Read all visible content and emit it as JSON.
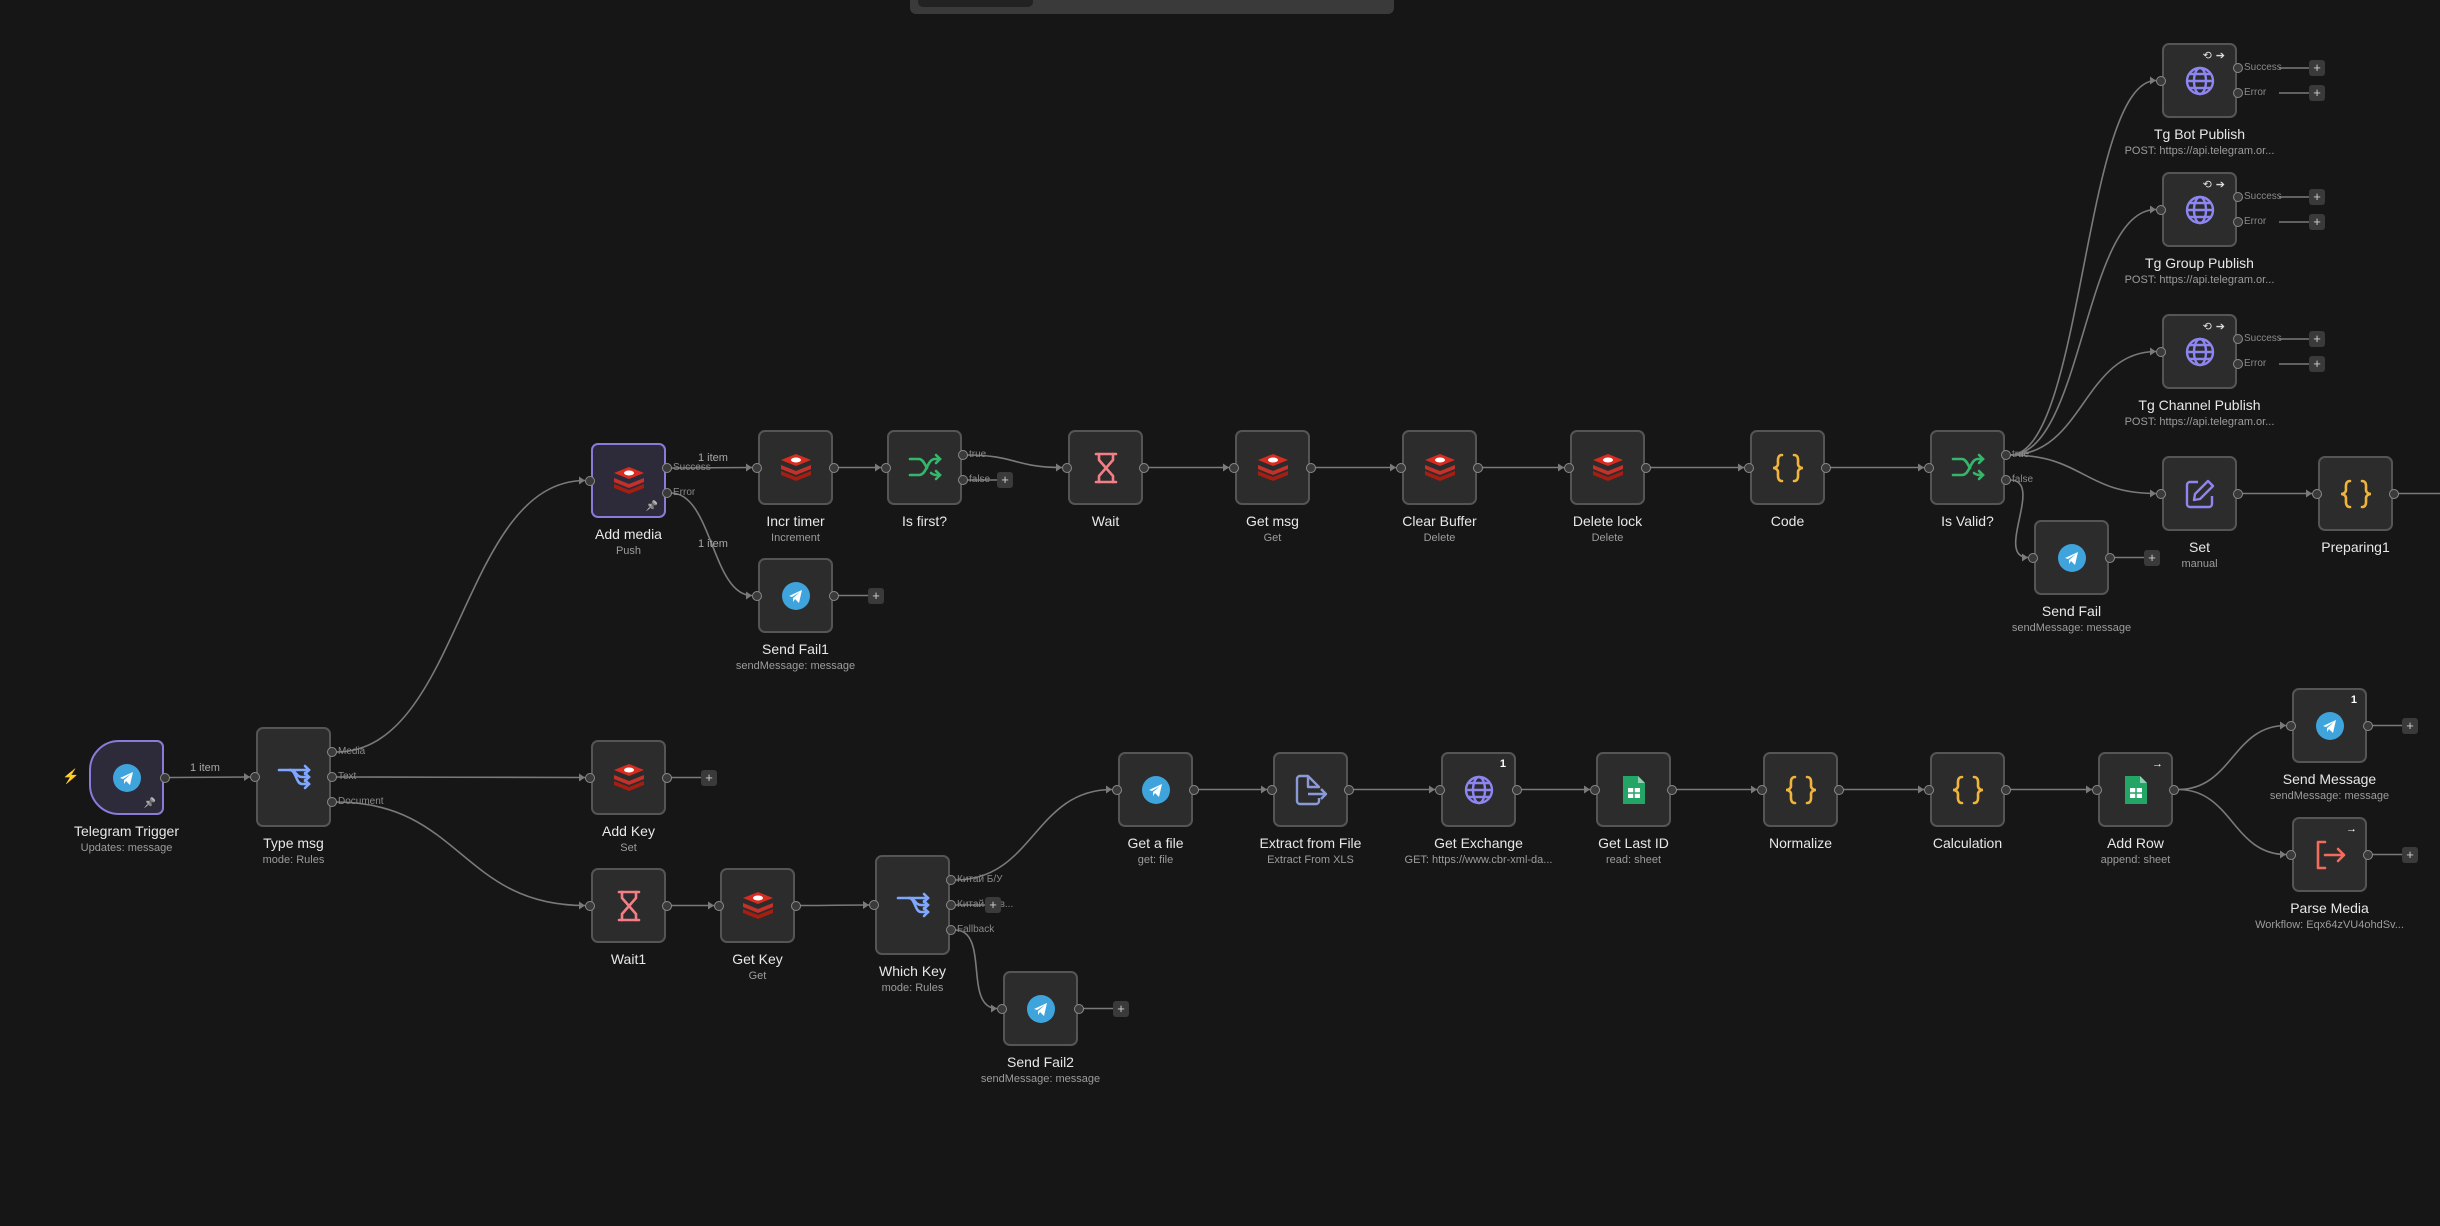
{
  "nodes": [
    {
      "id": "telegram-trigger",
      "name": "Telegram Trigger",
      "sub": "Updates: message",
      "icon": "telegram",
      "trigger": true
    },
    {
      "id": "type-msg",
      "name": "Type msg",
      "sub": "mode: Rules",
      "icon": "switch",
      "ports": [
        "Media",
        "Text",
        "Document"
      ]
    },
    {
      "id": "add-media",
      "name": "Add media",
      "sub": "Push",
      "icon": "redis",
      "ports": [
        "Success",
        "Error"
      ],
      "selected": true
    },
    {
      "id": "incr-timer",
      "name": "Incr timer",
      "sub": "Increment",
      "icon": "redis"
    },
    {
      "id": "is-first",
      "name": "Is first?",
      "sub": "",
      "icon": "if",
      "ports": [
        "true",
        "false"
      ]
    },
    {
      "id": "wait",
      "name": "Wait",
      "sub": "",
      "icon": "wait"
    },
    {
      "id": "get-msg",
      "name": "Get msg",
      "sub": "Get",
      "icon": "redis"
    },
    {
      "id": "clear-buffer",
      "name": "Clear Buffer",
      "sub": "Delete",
      "icon": "redis"
    },
    {
      "id": "delete-lock",
      "name": "Delete lock",
      "sub": "Delete",
      "icon": "redis"
    },
    {
      "id": "code",
      "name": "Code",
      "sub": "",
      "icon": "code"
    },
    {
      "id": "is-valid",
      "name": "Is Valid?",
      "sub": "",
      "icon": "if",
      "ports": [
        "true",
        "false"
      ]
    },
    {
      "id": "tg-bot-publish",
      "name": "Tg Bot Publish",
      "sub": "POST: https://api.telegram.or...",
      "icon": "http",
      "ports": [
        "Success",
        "Error"
      ]
    },
    {
      "id": "tg-group-publish",
      "name": "Tg Group Publish",
      "sub": "POST: https://api.telegram.or...",
      "icon": "http",
      "ports": [
        "Success",
        "Error"
      ]
    },
    {
      "id": "tg-channel-publish",
      "name": "Tg Channel Publish",
      "sub": "POST: https://api.telegram.or...",
      "icon": "http",
      "ports": [
        "Success",
        "Error"
      ]
    },
    {
      "id": "set",
      "name": "Set",
      "sub": "manual",
      "icon": "set"
    },
    {
      "id": "preparing1",
      "name": "Preparing1",
      "sub": "",
      "icon": "code"
    },
    {
      "id": "send-fail",
      "name": "Send Fail",
      "sub": "sendMessage: message",
      "icon": "telegram"
    },
    {
      "id": "send-fail1",
      "name": "Send Fail1",
      "sub": "sendMessage: message",
      "icon": "telegram"
    },
    {
      "id": "add-key",
      "name": "Add Key",
      "sub": "Set",
      "icon": "redis"
    },
    {
      "id": "wait1",
      "name": "Wait1",
      "sub": "",
      "icon": "wait"
    },
    {
      "id": "get-key",
      "name": "Get Key",
      "sub": "Get",
      "icon": "redis"
    },
    {
      "id": "which-key",
      "name": "Which Key",
      "sub": "mode: Rules",
      "icon": "switch",
      "ports": [
        "Китай Б/У",
        "Китай Нов...",
        "Fallback"
      ]
    },
    {
      "id": "send-fail2",
      "name": "Send Fail2",
      "sub": "sendMessage: message",
      "icon": "telegram"
    },
    {
      "id": "get-a-file",
      "name": "Get a file",
      "sub": "get: file",
      "icon": "telegram"
    },
    {
      "id": "extract-from-file",
      "name": "Extract from File",
      "sub": "Extract From XLS",
      "icon": "extract"
    },
    {
      "id": "get-exchange",
      "name": "Get Exchange",
      "sub": "GET: https://www.cbr-xml-da...",
      "icon": "http",
      "badge": "1"
    },
    {
      "id": "get-last-id",
      "name": "Get Last ID",
      "sub": "read: sheet",
      "icon": "sheets"
    },
    {
      "id": "normalize",
      "name": "Normalize",
      "sub": "",
      "icon": "code"
    },
    {
      "id": "calculation",
      "name": "Calculation",
      "sub": "",
      "icon": "code"
    },
    {
      "id": "add-row",
      "name": "Add Row",
      "sub": "append: sheet",
      "icon": "sheets",
      "badge": "→"
    },
    {
      "id": "send-message",
      "name": "Send Message",
      "sub": "sendMessage: message",
      "icon": "telegram",
      "badge": "1"
    },
    {
      "id": "parse-media",
      "name": "Parse Media",
      "sub": "Workflow: Eqx64zVU4ohdSv...",
      "icon": "exec",
      "badge": "→"
    }
  ],
  "edge_labels": {
    "one_item": "1 item"
  },
  "colors": {
    "bg": "#161616",
    "node": "#2c2c2c",
    "border": "#555555",
    "selected": "#8a7bd8",
    "edge": "#7a7a7a"
  }
}
